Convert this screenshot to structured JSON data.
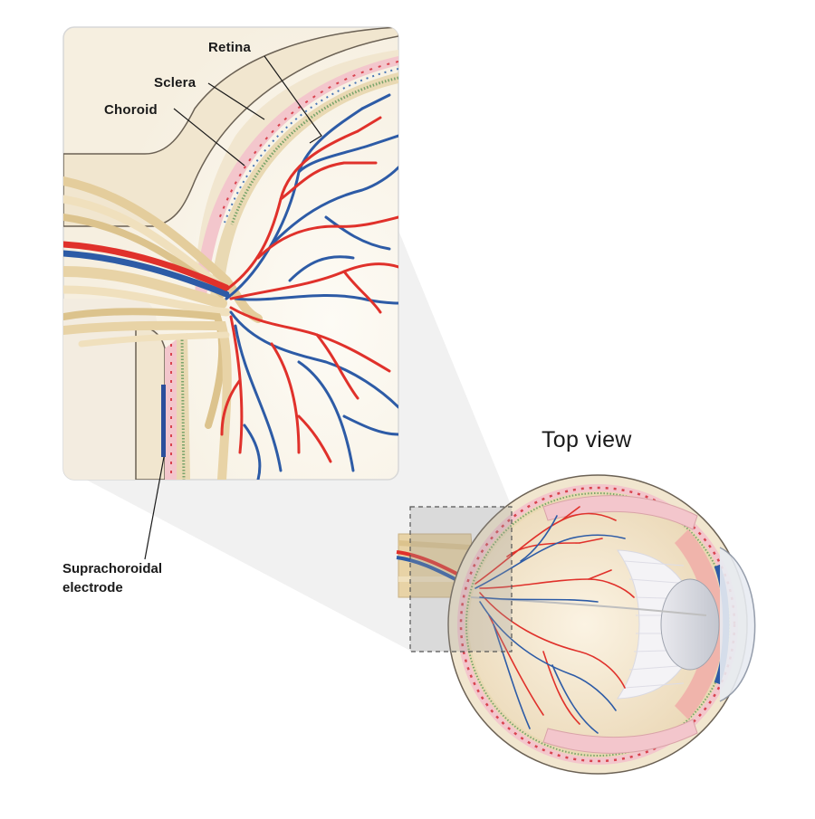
{
  "labels": {
    "retina": "Retina",
    "sclera": "Sclera",
    "choroid": "Choroid",
    "electrode_line1": "Suprachoroidal",
    "electrode_line2": "electrode",
    "view_title": "Top view"
  },
  "colors": {
    "sclera": "#f1e6cf",
    "choroid": "#f3c6cc",
    "artery": "#e0312b",
    "vein": "#2d5ba6",
    "nerve": "#e8d3a6",
    "electrode": "#2c4f9c",
    "inset_border": "#d7d7d7"
  }
}
